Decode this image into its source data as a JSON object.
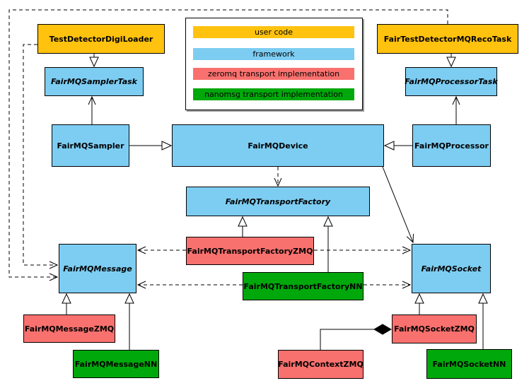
{
  "palette": {
    "user_code": "#FFC20E",
    "framework": "#7DCDF2",
    "zeromq": "#F9716E",
    "nanomsg": "#00A80B",
    "line": "#000000",
    "background": "#FFFFFF"
  },
  "legend": {
    "items": [
      {
        "label": "user code",
        "role": "user_code"
      },
      {
        "label": "framework",
        "role": "framework"
      },
      {
        "label": "zeromq transport implementation",
        "role": "zeromq"
      },
      {
        "label": "nanomsg transport implementation",
        "role": "nanomsg"
      }
    ]
  },
  "nodes": {
    "digiloader": {
      "label": "TestDetectorDigiLoader",
      "role": "user_code",
      "abstract": false
    },
    "recotask": {
      "label": "FairTestDetectorMQRecoTask",
      "role": "user_code",
      "abstract": false
    },
    "samplertask": {
      "label": "FairMQSamplerTask",
      "role": "framework",
      "abstract": true
    },
    "processortask": {
      "label": "FairMQProcessorTask",
      "role": "framework",
      "abstract": true
    },
    "sampler": {
      "label": "FairMQSampler",
      "role": "framework",
      "abstract": false
    },
    "device": {
      "label": "FairMQDevice",
      "role": "framework",
      "abstract": false
    },
    "processor": {
      "label": "FairMQProcessor",
      "role": "framework",
      "abstract": false
    },
    "factory": {
      "label": "FairMQTransportFactory",
      "role": "framework",
      "abstract": true
    },
    "factoryzmq": {
      "label": "FairMQTransportFactoryZMQ",
      "role": "zeromq",
      "abstract": false
    },
    "factorynn": {
      "label": "FairMQTransportFactoryNN",
      "role": "nanomsg",
      "abstract": false
    },
    "message": {
      "label": "FairMQMessage",
      "role": "framework",
      "abstract": true
    },
    "socket": {
      "label": "FairMQSocket",
      "role": "framework",
      "abstract": true
    },
    "messagezmq": {
      "label": "FairMQMessageZMQ",
      "role": "zeromq",
      "abstract": false
    },
    "messagenn": {
      "label": "FairMQMessageNN",
      "role": "nanomsg",
      "abstract": false
    },
    "socketzmq": {
      "label": "FairMQSocketZMQ",
      "role": "zeromq",
      "abstract": false
    },
    "socketnn": {
      "label": "FairMQSocketNN",
      "role": "nanomsg",
      "abstract": false
    },
    "contextzmq": {
      "label": "FairMQContextZMQ",
      "role": "zeromq",
      "abstract": false
    }
  },
  "edges": [
    {
      "from": "TestDetectorDigiLoader",
      "to": "FairMQSamplerTask",
      "type": "inheritance",
      "style": "solid"
    },
    {
      "from": "FairTestDetectorMQRecoTask",
      "to": "FairMQProcessorTask",
      "type": "inheritance",
      "style": "solid"
    },
    {
      "from": "FairMQSampler",
      "to": "FairMQSamplerTask",
      "type": "association",
      "style": "solid"
    },
    {
      "from": "FairMQProcessor",
      "to": "FairMQProcessorTask",
      "type": "association",
      "style": "solid"
    },
    {
      "from": "FairMQSampler",
      "to": "FairMQDevice",
      "type": "inheritance",
      "style": "solid"
    },
    {
      "from": "FairMQProcessor",
      "to": "FairMQDevice",
      "type": "inheritance",
      "style": "solid"
    },
    {
      "from": "FairMQDevice",
      "to": "FairMQTransportFactory",
      "type": "dependency",
      "style": "dashed"
    },
    {
      "from": "FairMQDevice",
      "to": "FairMQSocket",
      "type": "association",
      "style": "solid"
    },
    {
      "from": "FairMQTransportFactoryZMQ",
      "to": "FairMQTransportFactory",
      "type": "inheritance",
      "style": "solid"
    },
    {
      "from": "FairMQTransportFactoryNN",
      "to": "FairMQTransportFactory",
      "type": "inheritance",
      "style": "solid"
    },
    {
      "from": "FairMQTransportFactoryZMQ",
      "to": "FairMQMessage",
      "type": "dependency",
      "style": "dashed"
    },
    {
      "from": "FairMQTransportFactoryZMQ",
      "to": "FairMQSocket",
      "type": "dependency",
      "style": "dashed"
    },
    {
      "from": "FairMQTransportFactoryNN",
      "to": "FairMQMessage",
      "type": "dependency",
      "style": "dashed"
    },
    {
      "from": "FairMQTransportFactoryNN",
      "to": "FairMQSocket",
      "type": "dependency",
      "style": "dashed"
    },
    {
      "from": "FairMQMessageZMQ",
      "to": "FairMQMessage",
      "type": "inheritance",
      "style": "solid"
    },
    {
      "from": "FairMQMessageNN",
      "to": "FairMQMessage",
      "type": "inheritance",
      "style": "solid"
    },
    {
      "from": "FairMQSocketZMQ",
      "to": "FairMQSocket",
      "type": "inheritance",
      "style": "solid"
    },
    {
      "from": "FairMQSocketNN",
      "to": "FairMQSocket",
      "type": "inheritance",
      "style": "solid"
    },
    {
      "from": "FairMQContextZMQ",
      "to": "FairMQSocketZMQ",
      "type": "composition",
      "style": "solid"
    },
    {
      "from": "TestDetectorDigiLoader",
      "to": "FairMQMessage",
      "type": "dependency",
      "style": "dashed"
    },
    {
      "from": "FairTestDetectorMQRecoTask",
      "to": "FairMQMessage",
      "type": "dependency",
      "style": "dashed"
    }
  ]
}
